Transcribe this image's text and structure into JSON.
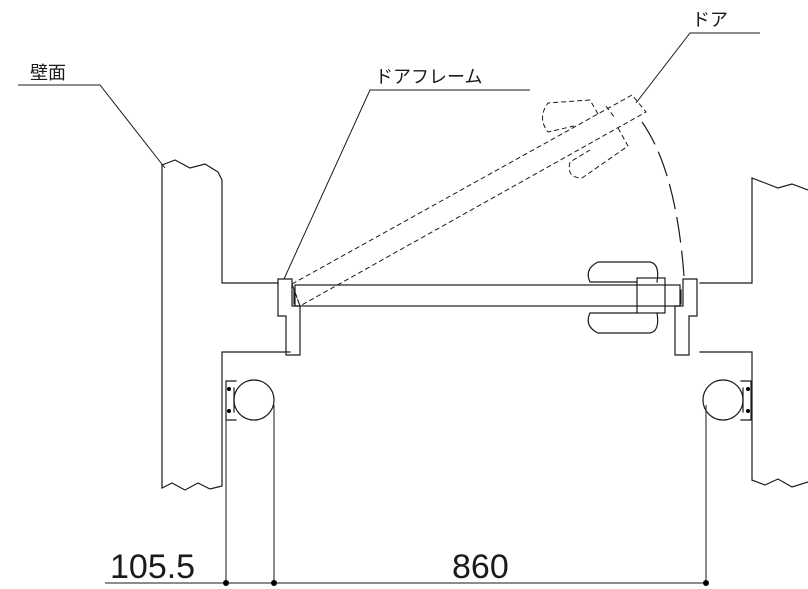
{
  "labels": {
    "wall": "壁面",
    "door_frame": "ドアフレーム",
    "door": "ドア"
  },
  "dimensions": {
    "left_offset": "105.5",
    "opening_width": "860"
  }
}
